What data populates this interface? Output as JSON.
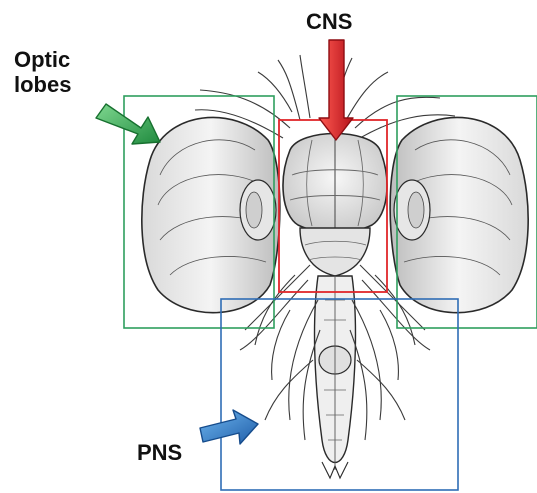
{
  "labels": {
    "optic_lobes_line1": "Optic",
    "optic_lobes_line2": "lobes",
    "cns": "CNS",
    "pns": "PNS"
  },
  "colors": {
    "optic_lobes": "#2e9e5e",
    "cns": "#e0262a",
    "pns": "#2f6db5",
    "ink": "#2a2a2a"
  },
  "icons": {
    "optic_arrow": "green-arrow-icon",
    "cns_arrow": "red-arrow-icon",
    "pns_arrow": "blue-arrow-icon"
  }
}
